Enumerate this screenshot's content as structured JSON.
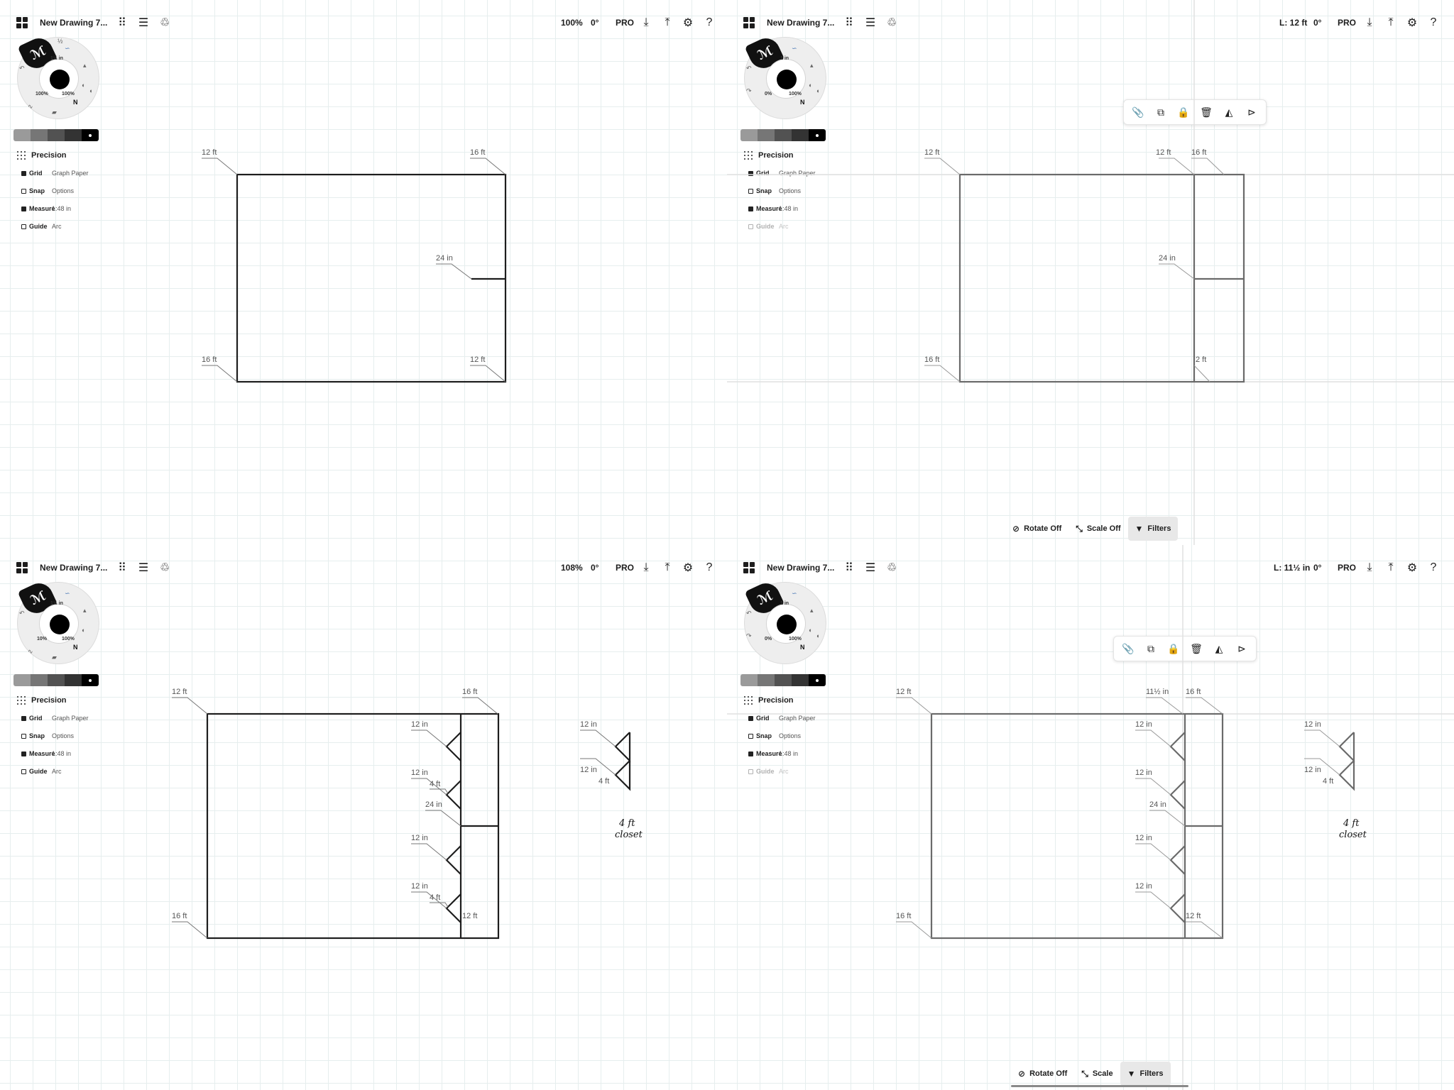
{
  "panels": [
    {
      "title": "New Drawing 7...",
      "readout": "100%",
      "angle": "0°",
      "pro": "PRO",
      "wheel": {
        "size": "1½ in",
        "opacity": "100%",
        "smoothing": "100%"
      },
      "precision": {
        "title": "Precision",
        "rows": [
          {
            "name": "Grid",
            "value": "Graph Paper",
            "on": true
          },
          {
            "name": "Snap",
            "value": "Options",
            "on": false
          },
          {
            "name": "Measure",
            "value": "1:48 in",
            "on": true
          },
          {
            "name": "Guide",
            "value": "Arc",
            "on": false
          }
        ]
      },
      "labels": [
        "12 ft",
        "16 ft",
        "24 in",
        "16 ft",
        "12 ft"
      ]
    },
    {
      "title": "New Drawing 7...",
      "readout": "L: 12 ft",
      "angle": "0°",
      "pro": "PRO",
      "wheel": {
        "size": "1 in",
        "opacity": "0%",
        "smoothing": "100%"
      },
      "precision": {
        "title": "Precision",
        "rows": [
          {
            "name": "Grid",
            "value": "Graph Paper",
            "on": true
          },
          {
            "name": "Snap",
            "value": "Options",
            "on": false
          },
          {
            "name": "Measure",
            "value": "1:48 in",
            "on": true
          },
          {
            "name": "Guide",
            "value": "Arc",
            "on": false
          }
        ]
      },
      "labels": [
        "12 ft",
        "12 ft",
        "16 ft",
        "24 in",
        "16 ft",
        "2 ft"
      ],
      "bottombar": {
        "rotate": "Rotate Off",
        "scale": "Scale Off",
        "filters": "Filters"
      }
    },
    {
      "title": "New Drawing 7...",
      "readout": "108%",
      "angle": "0°",
      "pro": "PRO",
      "wheel": {
        "size": "1½ in",
        "opacity": "10%",
        "smoothing": "100%"
      },
      "precision": {
        "title": "Precision",
        "rows": [
          {
            "name": "Grid",
            "value": "Graph Paper",
            "on": true
          },
          {
            "name": "Snap",
            "value": "Options",
            "on": false
          },
          {
            "name": "Measure",
            "value": "1:48 in",
            "on": true
          },
          {
            "name": "Guide",
            "value": "Arc",
            "on": false
          }
        ]
      },
      "labels": [
        "12 ft",
        "16 ft",
        "12 in",
        "12 in",
        "4 ft",
        "24 in",
        "12 in",
        "12 in",
        "4 ft",
        "16 ft",
        "12 ft",
        "12 in",
        "12 in",
        "4 ft"
      ],
      "note": [
        "4 ft",
        "closet"
      ]
    },
    {
      "title": "New Drawing 7...",
      "readout": "L: 11½ in",
      "angle": "0°",
      "pro": "PRO",
      "wheel": {
        "size": "1 in",
        "opacity": "0%",
        "smoothing": "100%"
      },
      "precision": {
        "title": "Precision",
        "rows": [
          {
            "name": "Grid",
            "value": "Graph Paper",
            "on": true
          },
          {
            "name": "Snap",
            "value": "Options",
            "on": false
          },
          {
            "name": "Measure",
            "value": "1:48 in",
            "on": true
          },
          {
            "name": "Guide",
            "value": "Arc",
            "on": false
          }
        ]
      },
      "labels": [
        "12 ft",
        "11½ in",
        "16 ft",
        "12 in",
        "12 in",
        "24 in",
        "12 in",
        "12 in",
        "16 ft",
        "12 ft",
        "12 in",
        "12 in",
        "4 ft"
      ],
      "note": [
        "4 ft",
        "closet"
      ],
      "bottombar": {
        "rotate": "Rotate Off",
        "scale": "Scale",
        "filters": "Filters"
      }
    }
  ],
  "colors": {
    "ink": "#1d1d1d",
    "grid": "#e6eeee",
    "selected_ink": "#6a6a6a"
  }
}
